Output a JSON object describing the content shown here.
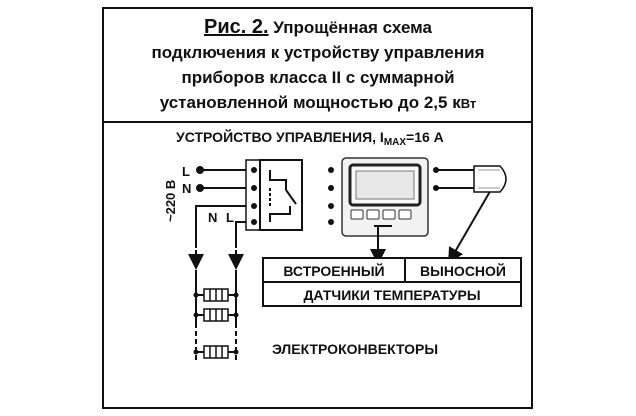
{
  "title": {
    "fig_label": "Рис. 2.",
    "line1": " Упрощённая схема",
    "line2": "подключения к устройству управления",
    "line3": "приборов класса II с суммарной",
    "line4_a": "установленной мощностью до 2,5 к",
    "line4_b": "Вт"
  },
  "device": {
    "title_main": "УСТРОЙСТВО УПРАВЛЕНИЯ, I",
    "title_sub": "MAX",
    "title_tail": "=16 А"
  },
  "supply": {
    "voltage": "~220 В",
    "L": "L",
    "N": "N"
  },
  "wires": {
    "N_out": "N",
    "L_out": "L"
  },
  "sensors": {
    "builtin": "ВСТРОЕННЫЙ",
    "remote": "ВЫНОСНОЙ",
    "caption": "ДАТЧИКИ ТЕМПЕРАТУРЫ"
  },
  "heaters": {
    "label": "ЭЛЕКТРОКОНВЕКТОРЫ"
  }
}
